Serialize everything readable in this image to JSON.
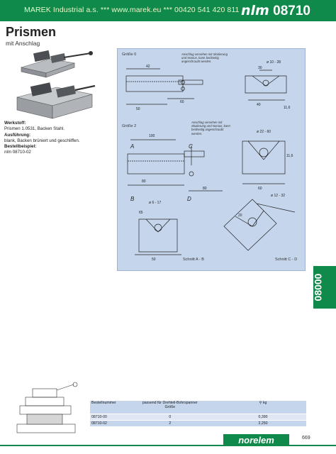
{
  "header": {
    "company": "MAREK Industrial a.s. *** www.marek.eu *** 00420 541 420 811",
    "brand": "nlm",
    "code": "08710"
  },
  "title": "Prismen",
  "subtitle": "mit Anschlag",
  "specs": {
    "werkstoff_label": "Werkstoff:",
    "werkstoff": "Prismen 1.0531, Backen Stahl.",
    "ausfuehrung_label": "Ausführung:",
    "ausfuehrung": "blank, Backen brüniert und geschliffen.",
    "bestell_label": "Bestellbeispiel:",
    "bestell": "nlm 08710-02"
  },
  "drawing": {
    "size0": "Größe 0",
    "size2": "Größe 2",
    "note1": "Anschlag versehen mit Skalierung und Nonius, kann beidseitig angeschraubt werden.",
    "note2": "Anschlag versehen mit Skalierung und Nonius, kann beidseitig angeschraubt werden.",
    "schnitt_ab": "Schnitt A - B",
    "schnitt_cd": "Schnitt C - D",
    "dims": {
      "d1": "42",
      "d2": "50",
      "d3": "60",
      "d4": "40",
      "d5": "30",
      "d6": "100",
      "d7": "80",
      "d8": "80",
      "d9": "60",
      "d10": "50",
      "d11": "ø 10 - 28",
      "d12": "ø 22 - 60",
      "d13": "ø 12 - 32",
      "d14": "ø 6 - 17",
      "d15": "11,6",
      "d16": "11,6",
      "d17": "20",
      "d18": "65"
    },
    "letters": {
      "a": "A",
      "b": "B",
      "c": "C",
      "d": "D"
    }
  },
  "side_tab": "08000",
  "table": {
    "headers": [
      "Bestellnummer",
      "passend für Drehteil-Bohrspanner Größe",
      "",
      "kg"
    ],
    "rows": [
      [
        "08710-00",
        "0",
        "",
        "0,390"
      ],
      [
        "08710-02",
        "2",
        "",
        "2,250"
      ]
    ]
  },
  "logo": "norelem",
  "page": "669",
  "colors": {
    "brand_green": "#0f8a4a",
    "panel_blue": "#c5d5ec"
  }
}
